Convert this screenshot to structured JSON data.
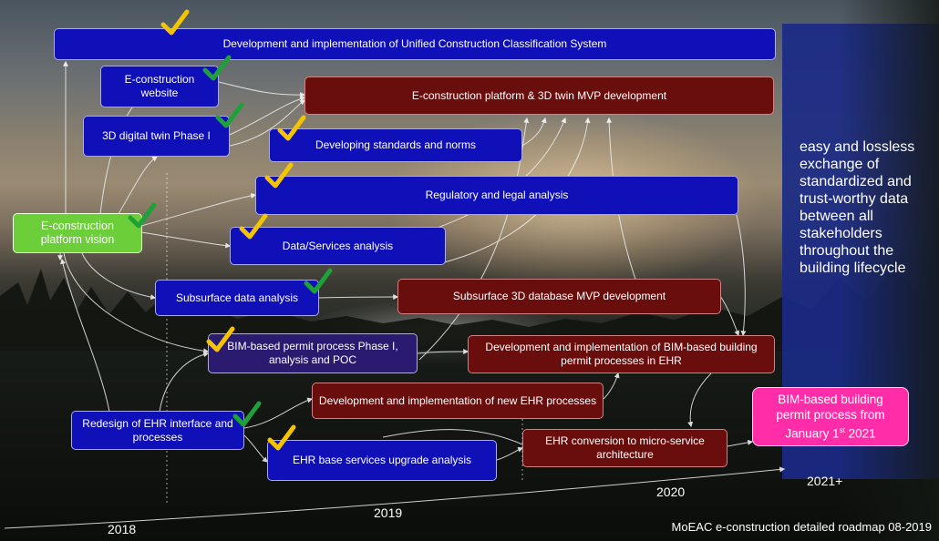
{
  "nodes": {
    "ucc": "Development and implementation of Unified Construction Classification System",
    "ec_website": "E-construction website",
    "dt_phase1": "3D digital twin Phase I",
    "platform_mvp": "E-construction platform & 3D twin MVP development",
    "standards": "Developing standards and norms",
    "regulatory": "Regulatory  and legal analysis",
    "vision": "E-construction platform vision",
    "data_services": "Data/Services analysis",
    "subsurface_analysis": "Subsurface data analysis",
    "subsurface_mvp": "Subsurface 3D database MVP development",
    "bim_phase1": "BIM-based permit process Phase I, analysis and POC",
    "bim_ehr": "Development and implementation of BIM-based building permit processes in EHR",
    "new_ehr": "Development and implementation of new EHR processes",
    "redesign_ehr": "Redesign of EHR interface and processes",
    "ehr_base": "EHR base services upgrade analysis",
    "ehr_micro": "EHR conversion to micro-service architecture"
  },
  "milestone": {
    "line1": "BIM-based building",
    "line2": "permit process from",
    "line3_pre": "January 1",
    "line3_sup": "st",
    "line3_post": " 2021"
  },
  "tagline": "easy and lossless exchange of standardized and trust-worthy data between all stakeholders throughout the building lifecycle",
  "timeline": {
    "y2018": "2018",
    "y2019": "2019",
    "y2020": "2020",
    "y2021": "2021+"
  },
  "footer": "MoEAC e-construction detailed roadmap 08-2019",
  "colors": {
    "blue": "#1010b8",
    "red": "#6a0d0d",
    "green": "#6ccf3a",
    "pink": "#ff2ea8",
    "check_yellow": "#f5c400",
    "check_green": "#1fa13a"
  }
}
